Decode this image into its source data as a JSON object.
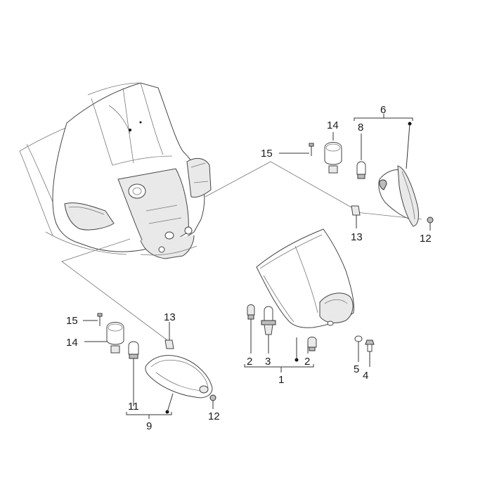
{
  "callouts": {
    "c1": "1",
    "c2a": "2",
    "c2b": "2",
    "c3": "3",
    "c4": "4",
    "c5": "5",
    "c6": "6",
    "c8": "8",
    "c9": "9",
    "c11": "11",
    "c12a": "12",
    "c12b": "12",
    "c13a": "13",
    "c13b": "13",
    "c14a": "14",
    "c14b": "14",
    "c15a": "15",
    "c15b": "15"
  },
  "colors": {
    "line": "#333333",
    "fill": "#ffffff",
    "shade": "#bdbdbd"
  }
}
